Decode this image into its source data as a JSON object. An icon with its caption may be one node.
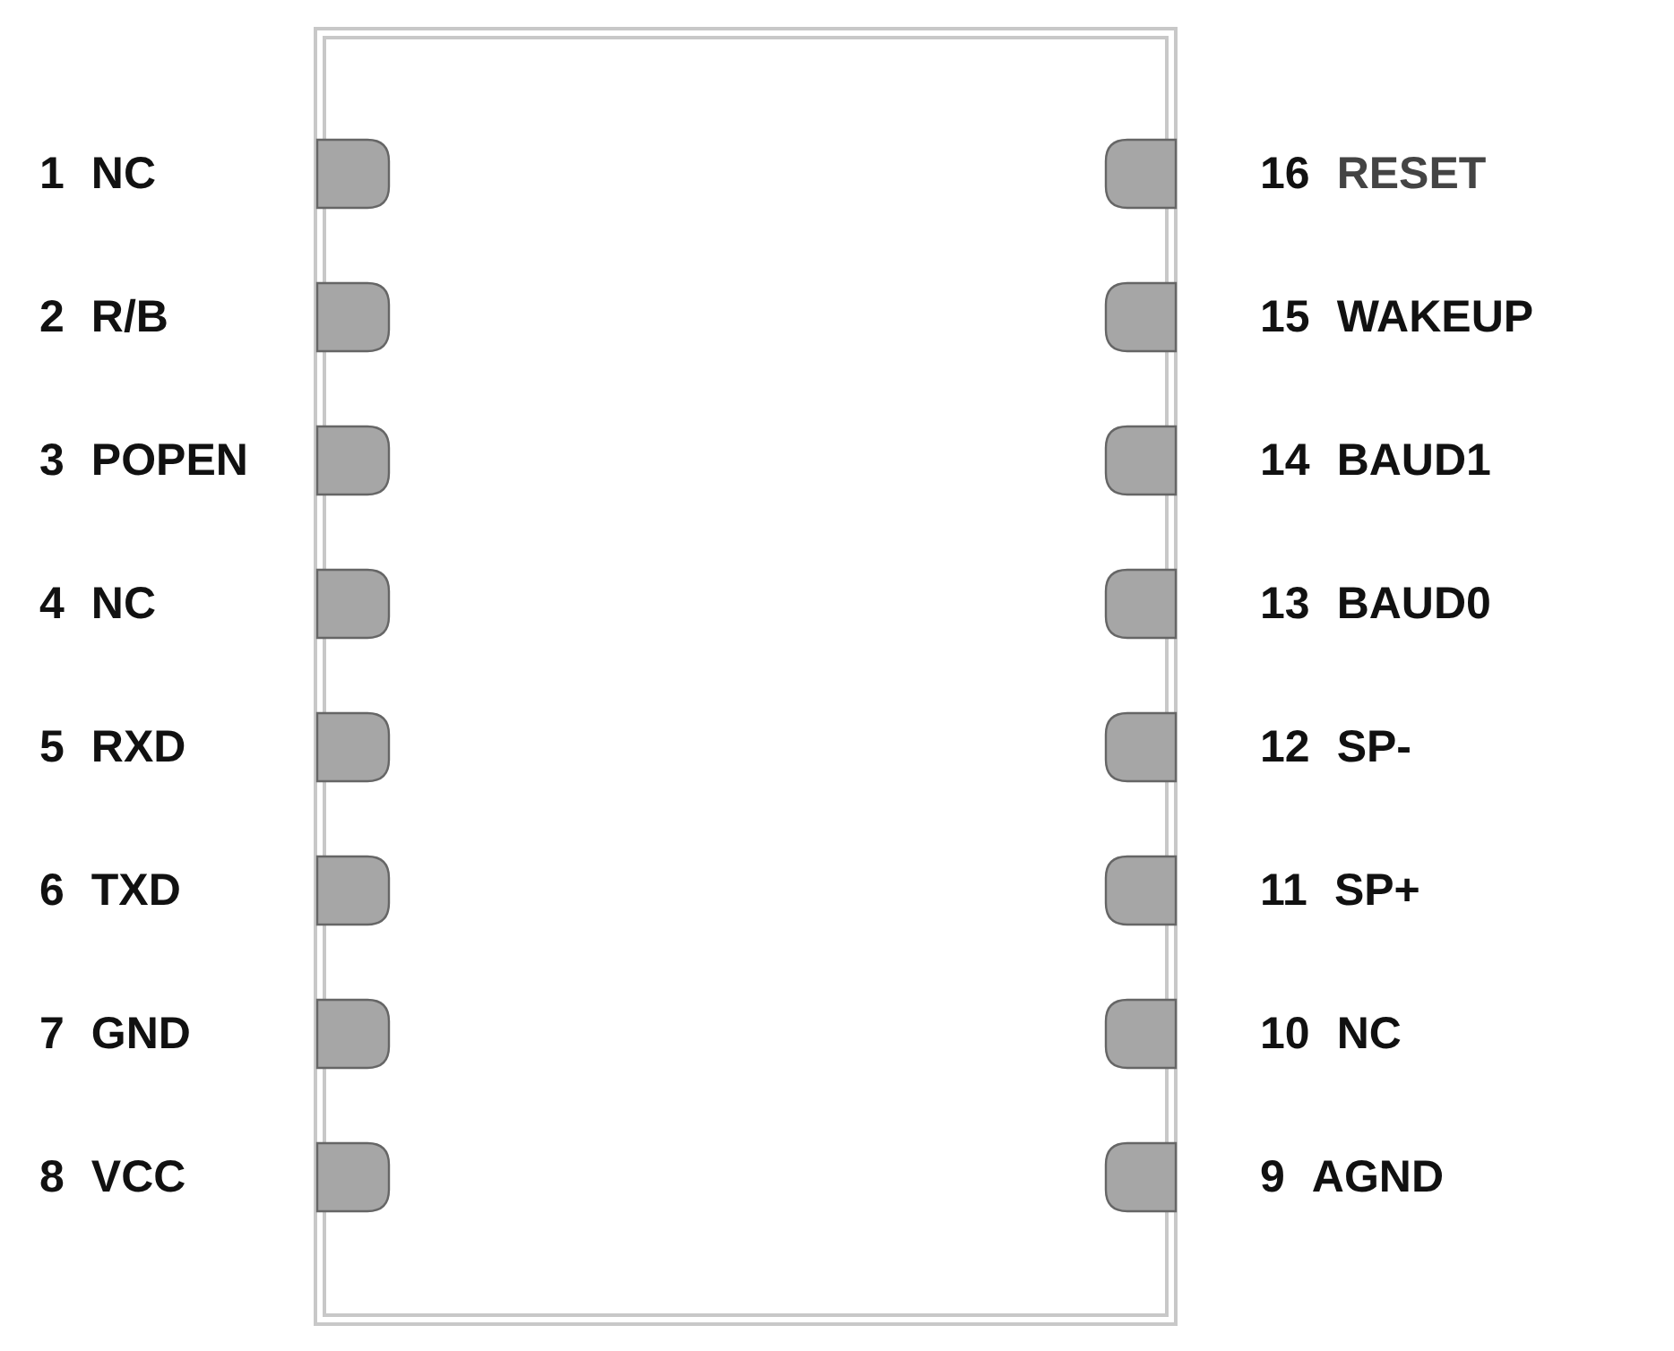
{
  "diagram": {
    "labels": [
      "1",
      "NC",
      "16",
      "RESET",
      "2",
      "R/B",
      "15",
      "WAKEUP",
      "3",
      "POPEN",
      "14",
      "BAUD1",
      "4",
      "NC",
      "13",
      "BAUD0",
      "5",
      "RXD",
      "12",
      "SP-",
      "6",
      "TXD",
      "11",
      "SP+",
      "7",
      "GND",
      "10",
      "NC",
      "8",
      "VCC",
      "9",
      "AGND"
    ]
  }
}
